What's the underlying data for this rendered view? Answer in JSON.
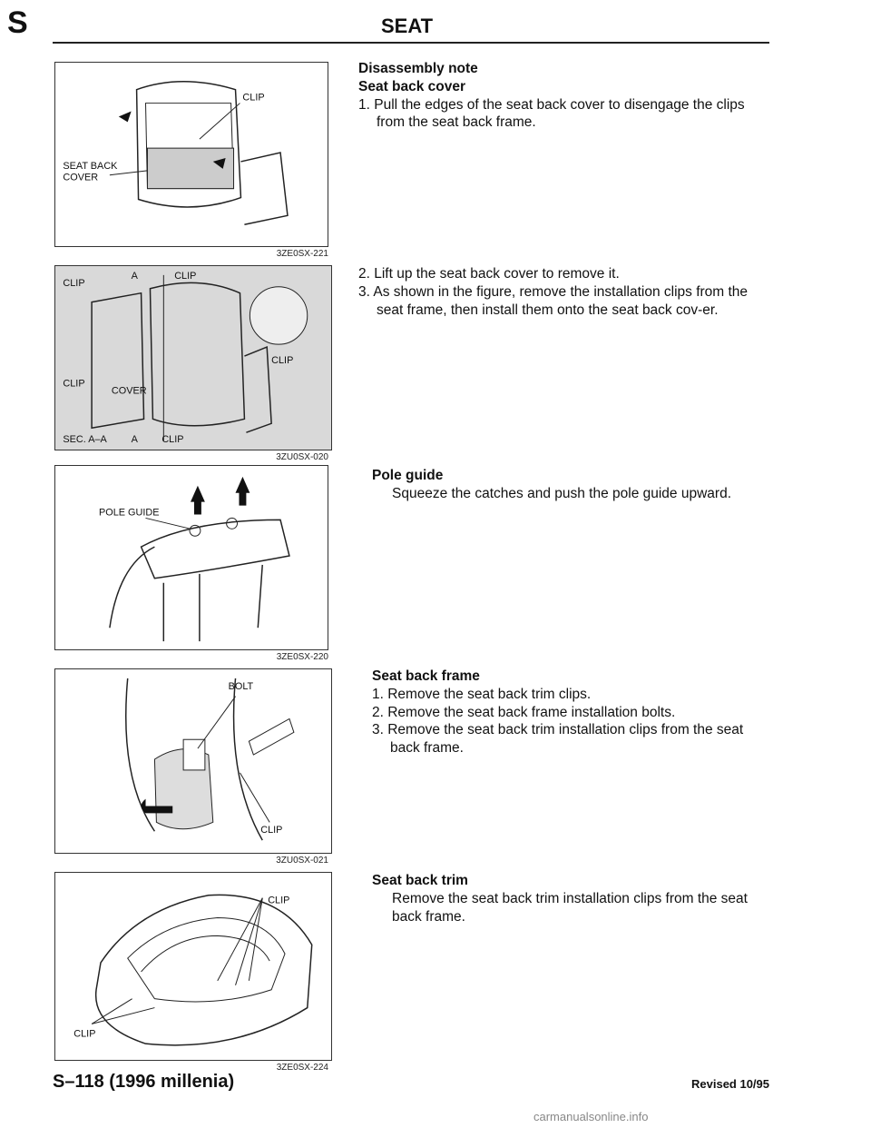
{
  "header": {
    "section_letter": "S",
    "title": "SEAT"
  },
  "figures": [
    {
      "code": "3ZE0SX-221",
      "labels": [
        "CLIP",
        "SEAT BACK",
        "COVER"
      ]
    },
    {
      "code": "3ZU0SX-020",
      "labels": [
        "CLIP",
        "A",
        "CLIP",
        "CLIP",
        "COVER",
        "CLIP",
        "SEC. A–A",
        "A",
        "CLIP"
      ]
    },
    {
      "code": "3ZE0SX-220",
      "labels": [
        "POLE GUIDE"
      ]
    },
    {
      "code": "3ZU0SX-021",
      "labels": [
        "BOLT",
        "CLIP"
      ]
    },
    {
      "code": "3ZE0SX-224",
      "labels": [
        "CLIP",
        "CLIP"
      ]
    }
  ],
  "sections": {
    "disassembly": {
      "title": "Disassembly note",
      "subtitle": "Seat back cover",
      "steps": [
        "1. Pull the edges of the seat back cover to disengage the clips from the seat back frame."
      ]
    },
    "cover_cont": {
      "steps": [
        "2. Lift up the seat back cover to remove it.",
        "3. As shown in the figure, remove the installation clips from the seat frame, then install them onto the seat back cov-er."
      ]
    },
    "pole_guide": {
      "title": "Pole guide",
      "body": "Squeeze the catches and push the pole guide upward."
    },
    "seat_back_frame": {
      "title": "Seat back frame",
      "steps": [
        "1. Remove the seat back trim clips.",
        "2. Remove the seat back frame installation bolts.",
        "3. Remove the seat back trim installation clips from the seat back frame."
      ]
    },
    "seat_back_trim": {
      "title": "Seat back trim",
      "body": "Remove the seat back trim installation clips from the seat back frame."
    }
  },
  "footer": {
    "page_ref": "S–118 (1996 millenia)",
    "revised": "Revised 10/95",
    "watermark": "carmanualsonline.info"
  }
}
